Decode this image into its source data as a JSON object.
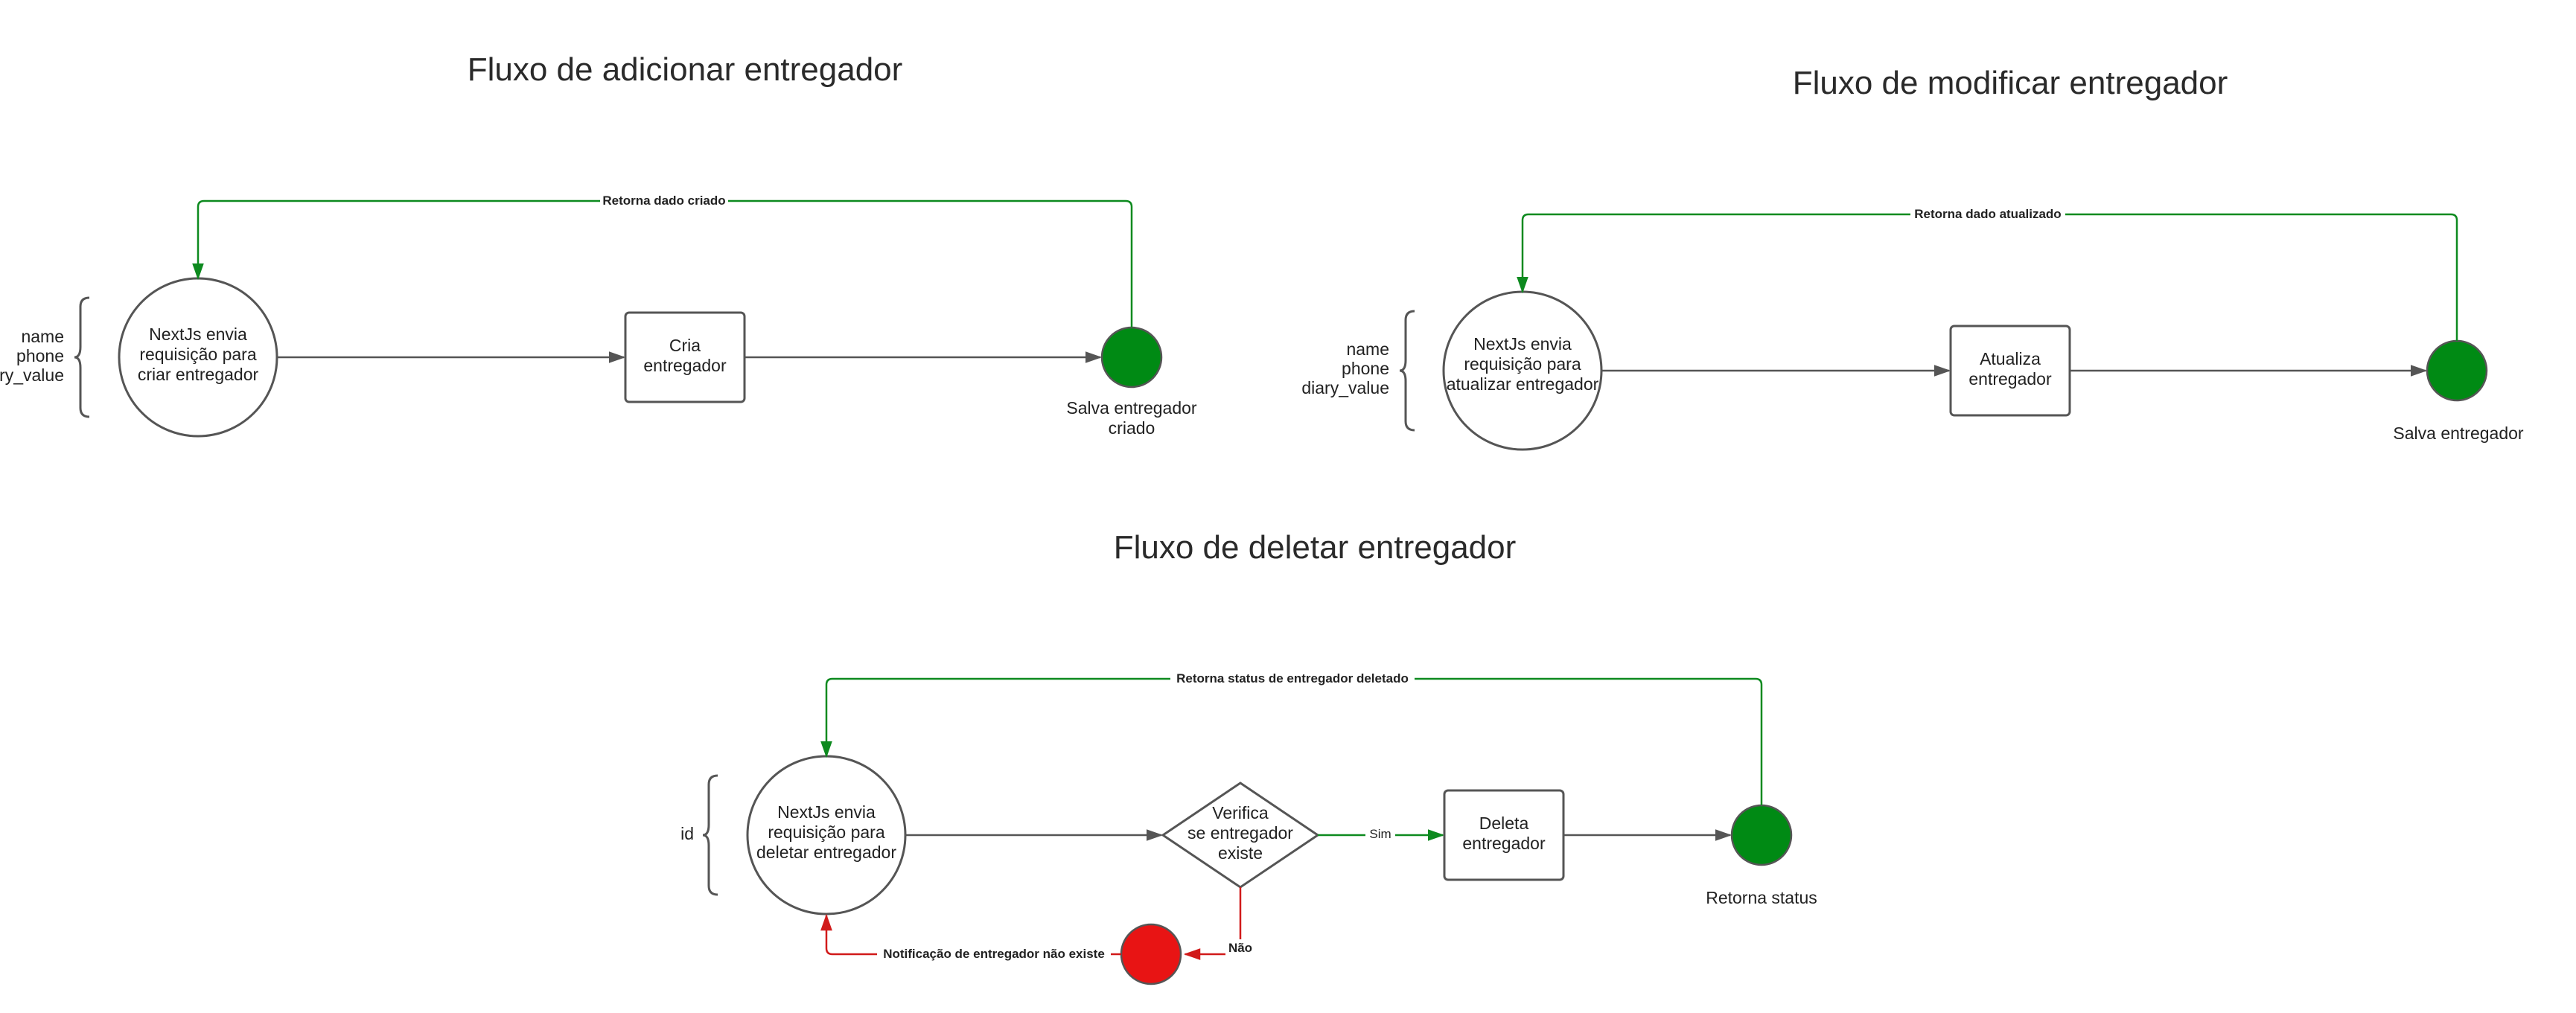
{
  "colors": {
    "green": "#008a14",
    "green_line": "#0d8a1f",
    "red": "#e81414",
    "red_line": "#d11a1a",
    "stroke": "#555555"
  },
  "add_flow": {
    "title": "Fluxo de adicionar entregador",
    "fields": [
      "name",
      "phone",
      "ry_value"
    ],
    "client_node": [
      "NextJs envia",
      "requisição para",
      "criar entregador"
    ],
    "process_node": [
      "Cria",
      "entregador"
    ],
    "end_caption": [
      "Salva entregador",
      "criado"
    ],
    "return_label": "Retorna dado criado"
  },
  "modify_flow": {
    "title": "Fluxo de modificar entregador",
    "fields": [
      "name",
      "phone",
      "diary_value"
    ],
    "client_node": [
      "NextJs envia",
      "requisição para",
      "atualizar entregador"
    ],
    "process_node": [
      "Atualiza",
      "entregador"
    ],
    "end_caption": [
      "Salva entregador"
    ],
    "return_label": "Retorna dado atualizado"
  },
  "delete_flow": {
    "title": "Fluxo de deletar entregador",
    "fields": [
      "id"
    ],
    "client_node": [
      "NextJs envia",
      "requisição para",
      "deletar entregador"
    ],
    "decision_node": [
      "Verifica",
      "se entregador",
      "existe"
    ],
    "yes_label": "Sim",
    "no_label": "Não",
    "process_node": [
      "Deleta",
      "entregador"
    ],
    "end_caption": [
      "Retorna status"
    ],
    "return_label": "Retorna status de entregador deletado",
    "error_label": "Notificação de entregador não existe"
  }
}
